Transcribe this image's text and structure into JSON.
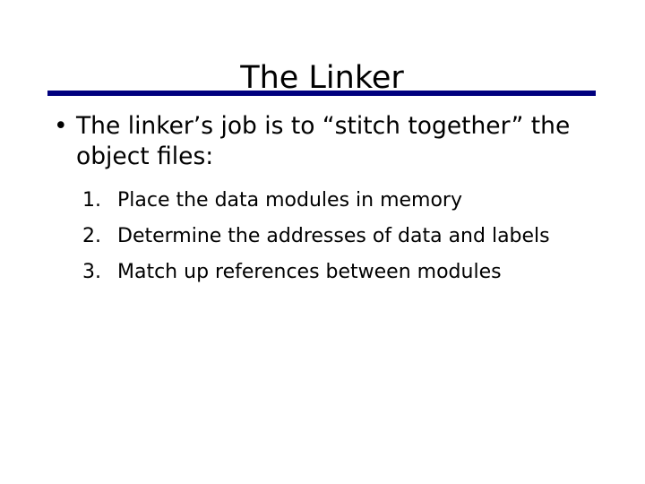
{
  "slide": {
    "title": "The Linker",
    "background_color": "#ffffff",
    "text_color": "#000000",
    "rule_color": "#00007e",
    "bullets": [
      {
        "marker": "•",
        "text": "The linker’s job is to “stitch together” the object files:"
      }
    ],
    "numbered_items": [
      {
        "marker": "1.",
        "text": "Place the data modules in memory"
      },
      {
        "marker": "2.",
        "text": "Determine the addresses of data and labels"
      },
      {
        "marker": "3.",
        "text": "Match up references between modules"
      }
    ]
  }
}
